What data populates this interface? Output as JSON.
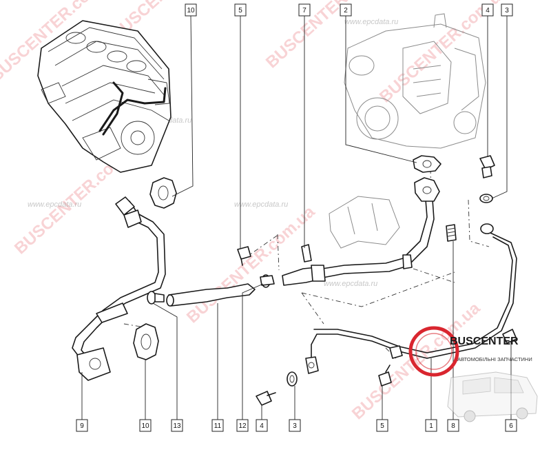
{
  "callouts": {
    "c10_top": "10",
    "c5_top": "5",
    "c7_top": "7",
    "c2_top": "2",
    "c4_top": "4",
    "c3_top": "3",
    "c9_bot": "9",
    "c10_bot": "10",
    "c13_bot": "13",
    "c11_bot": "11",
    "c12_bot": "12",
    "c4_bot": "4",
    "c3_bot": "3",
    "c5_bot": "5",
    "c1_bot": "1",
    "c8_bot": "8",
    "c6_bot": "6"
  },
  "watermarks": {
    "brand_1": "BUSCENTER.com.ua",
    "brand_2": "BUSCENTER.com.ua",
    "brand_3": "BUSCENTER.com.ua",
    "brand_4": "BUSCENTER.com.ua",
    "brand_5": "BUSCENTER.com.ua",
    "brand_6": "BUSCENTER.com.ua",
    "brand_7": "BUSCENTER.com.ua",
    "epc_1": "www.epcdata.ru",
    "epc_2": "www.epcdata.ru",
    "epc_3": "www.epcdata.ru",
    "epc_4": "www.epcdata.ru",
    "epc_5": "www.epcdata.ru"
  },
  "logo": {
    "name": "BUSCENTER",
    "tagline": "АВТОМОБІЛЬНІ ЗАПЧАСТИНИ",
    "ring_color": "#d9262f"
  }
}
